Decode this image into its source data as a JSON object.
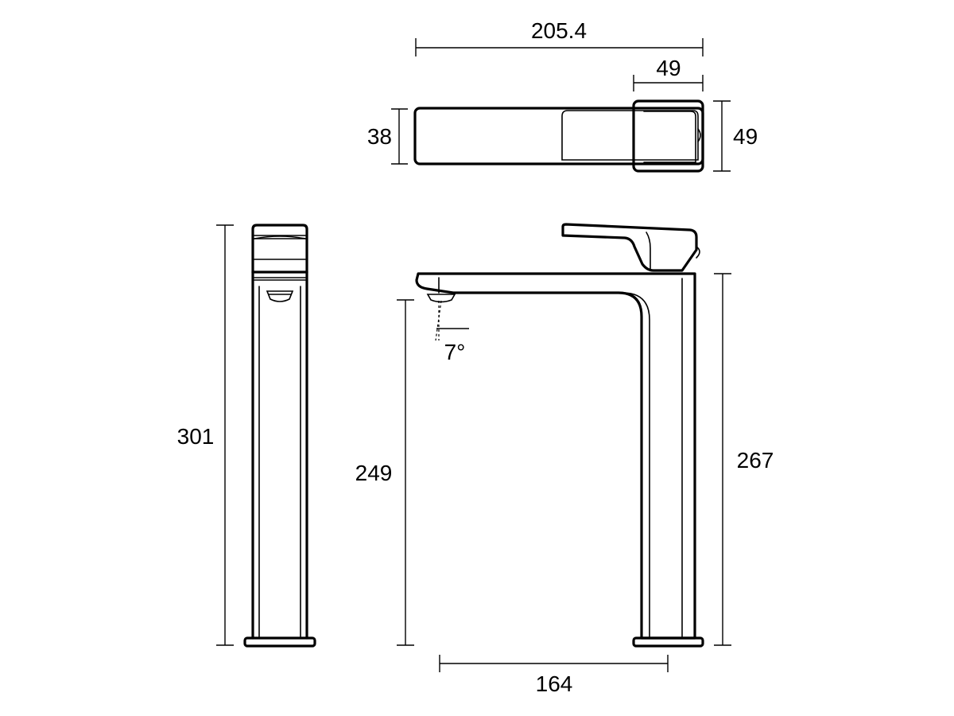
{
  "drawing": {
    "top_view": {
      "overall_length": "205.4",
      "handle_length": "49",
      "body_height": "38",
      "handle_height": "49"
    },
    "side_view": {
      "overall_height": "301"
    },
    "front_view": {
      "spout_height": "249",
      "body_height": "267",
      "reach": "164",
      "spout_angle": "7°"
    }
  }
}
